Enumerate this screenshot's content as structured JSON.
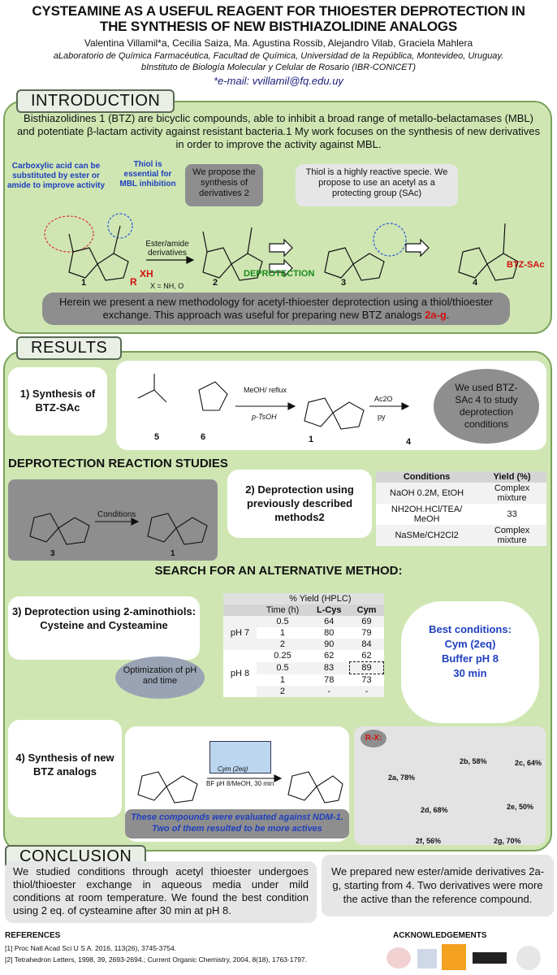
{
  "header": {
    "title_line1": "CYSTEAMINE AS A USEFUL REAGENT FOR THIOESTER DEPROTECTION IN",
    "title_line2": "THE SYNTHESIS OF NEW BISTHIAZOLIDINE ANALOGS",
    "authors": "Valentina Villamil*a, Cecilia Saiza, Ma. Agustina Rossib, Alejandro Vilab, Graciela Mahlera",
    "affil_a": "aLaboratorio de Química Farmacéutica, Facultad de Química, Universidad de la República, Montevideo, Uruguay.",
    "affil_b": "bInstituto de Biología Molecular y Celular de Rosario (IBR-CONICET)",
    "email": "*e-mail: vvillamil@fq.edu.uy"
  },
  "intro": {
    "heading": "INTRODUCTION",
    "paragraph": "Bisthiazolidines 1 (BTZ) are bicyclic compounds, able to inhibit a broad range of metallo-belactamases (MBL) and potentiate β-lactam activity against resistant bacteria.1 My work focuses on the synthesis of new derivatives in order to improve the activity against MBL.",
    "note_carboxylic": "Carboxylic acid can be substituted by ester or amide to improve activity",
    "note_thiol": "Thiol is essential for MBL inhibition",
    "propose_box": "We propose the synthesis of derivatives 2",
    "thiol_box": "Thiol is a highly reactive specie. We propose to use an acetyl as a protecting group (SAc)",
    "ester_amide": "Ester/amide derivatives",
    "xh": "XH",
    "r": "R",
    "x_def": "X = NH, O",
    "deprotection": "DEPROTECTION",
    "btz_sac": "BTZ-SAc",
    "labels": [
      "1",
      "2",
      "3",
      "4"
    ],
    "herein_main": "Herein we present a new methodology for acetyl-thioester deprotection using a thiol/thioester exchange. This approach was useful for preparing new BTZ analogs ",
    "herein_red": "2a-g",
    "herein_end": "."
  },
  "results": {
    "heading": "RESULTS",
    "step1": "1) Synthesis of BTZ-SAc",
    "reagents1": "MeOH/ reflux",
    "reagents1b": "p-TsOH",
    "reagents2": "Ac2O",
    "reagents2b": "py",
    "scheme1_labels": [
      "5",
      "6",
      "1",
      "4"
    ],
    "used_box": "We used BTZ-SAc 4 to study deprotection conditions",
    "deprot_studies": "DEPROTECTION REACTION STUDIES",
    "conditions_label": "Conditions",
    "deprot_labels": [
      "3",
      "1"
    ],
    "step2": "2) Deprotection using previously described methods2",
    "cond_table": {
      "headers": [
        "Conditions",
        "Yield (%)"
      ],
      "rows": [
        [
          "NaOH 0.2M, EtOH",
          "Complex mixture"
        ],
        [
          "NH2OH.HCl/TEA/ MeOH",
          "33"
        ],
        [
          "NaSMe/CH2Cl2",
          "Complex mixture"
        ]
      ]
    },
    "search": "SEARCH FOR AN ALTERNATIVE METHOD:",
    "step3": "3) Deprotection using 2-aminothiols: Cysteine and Cysteamine",
    "optimization": "Optimization of pH and time",
    "hplc_table": {
      "caption": "% Yield (HPLC)",
      "headers": [
        "Time (h)",
        "L-Cys",
        "Cym"
      ],
      "groups": [
        {
          "ph": "pH 7",
          "rows": [
            [
              "0.5",
              "64",
              "69"
            ],
            [
              "1",
              "80",
              "79"
            ],
            [
              "2",
              "90",
              "84"
            ]
          ]
        },
        {
          "ph": "pH 8",
          "rows": [
            [
              "0.25",
              "62",
              "62"
            ],
            [
              "0.5",
              "83",
              "89"
            ],
            [
              "1",
              "78",
              "73"
            ],
            [
              "2",
              "-",
              "-"
            ]
          ]
        }
      ]
    },
    "best": [
      "Best conditions:",
      "Cym (2eq)",
      "Buffer pH 8",
      "30 min"
    ],
    "step4": "4) Synthesis of new BTZ analogs",
    "cym_label": "Cym (2eq)",
    "bf_label": "BF pH 8/MeOH, 30 min",
    "evaluated": "These compounds were evaluated against NDM-1. Two of them resulted to be more actives",
    "rx_label": "R-X:",
    "analogs": [
      {
        "name": "2a, 78%"
      },
      {
        "name": "2b, 58%"
      },
      {
        "name": "2c, 64%"
      },
      {
        "name": "2d, 68%"
      },
      {
        "name": "2e, 50%"
      },
      {
        "name": "2f, 56%"
      },
      {
        "name": "2g, 70%"
      }
    ]
  },
  "conclusion": {
    "heading": "CONCLUSION",
    "left": "We studied conditions through acetyl thioester undergoes thiol/thioester exchange in aqueous media under mild conditions at room temperature. We found the best condition using 2 eq. of cysteamine after 30 min at pH 8.",
    "right": "We prepared new ester/amide derivatives 2a-g, starting from 4. Two derivatives were more the active than the reference compound."
  },
  "references": {
    "heading": "REFERENCES",
    "items": [
      "[1] Proc Natl Acad Sci U S A. 2016, 113(26), 3745-3754.",
      "[2] Tetrahedron Letters, 1998, 39, 2693-2694.; Current Organic Chemistry, 2004, 8(18), 1763-1797."
    ]
  },
  "acknowledgements": {
    "heading": "ACKNOWLEDGEMENTS"
  },
  "colors": {
    "panel_green": "#cfe6b3",
    "accent_red": "#d01010",
    "accent_blue": "#1f3fbf"
  }
}
